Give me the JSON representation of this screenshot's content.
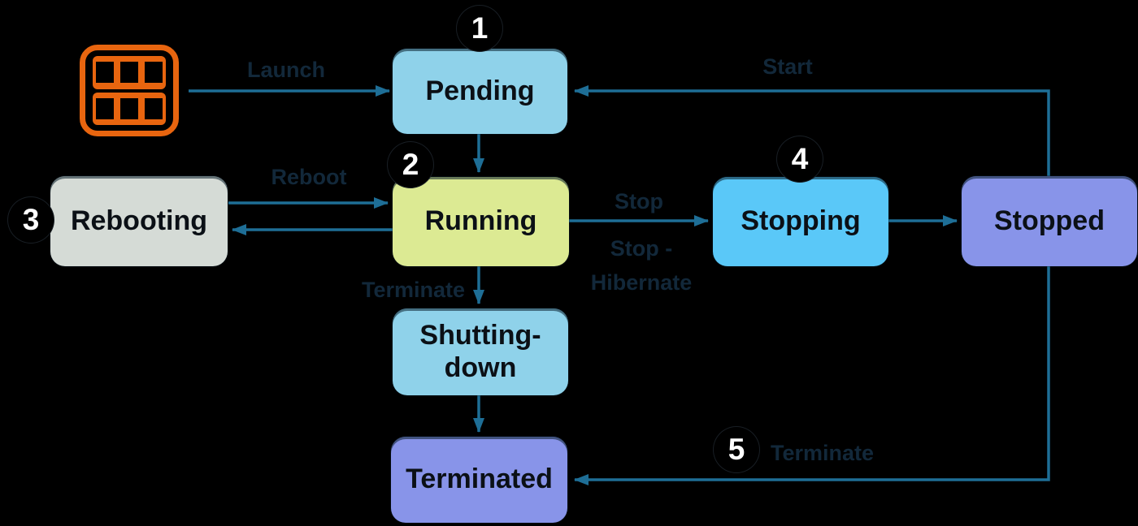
{
  "colors": {
    "background": "#000000",
    "arrow": "#1e6e96",
    "label-text": "#12283a",
    "box-text": "#0b1016",
    "badge-bg": "#000000",
    "badge-text": "#ffffff",
    "state-pending": "#8fd2ea",
    "state-running": "#dcea93",
    "state-rebooting": "#d5dbd6",
    "state-stopping": "#5ac8f8",
    "state-stopped": "#8894e9",
    "ami-orange": "#e8650f"
  },
  "states": {
    "pending": {
      "label": "Pending",
      "badge": "1"
    },
    "running": {
      "label": "Running",
      "badge": "2"
    },
    "rebooting": {
      "label": "Rebooting",
      "badge": "3"
    },
    "stopping": {
      "label": "Stopping",
      "badge": "4"
    },
    "stopped": {
      "label": "Stopped"
    },
    "shutting_down": {
      "line1": "Shutting-",
      "line2": "down"
    },
    "terminated": {
      "label": "Terminated"
    }
  },
  "transitions": {
    "launch": {
      "label": "Launch"
    },
    "reboot": {
      "label": "Reboot"
    },
    "start": {
      "label": "Start"
    },
    "stop": {
      "label": "Stop"
    },
    "stop_hibernate": {
      "line1": "Stop -",
      "line2": "Hibernate"
    },
    "terminate_from_running": {
      "label": "Terminate"
    },
    "terminate_from_stopped": {
      "label": "Terminate",
      "badge": "5"
    }
  }
}
